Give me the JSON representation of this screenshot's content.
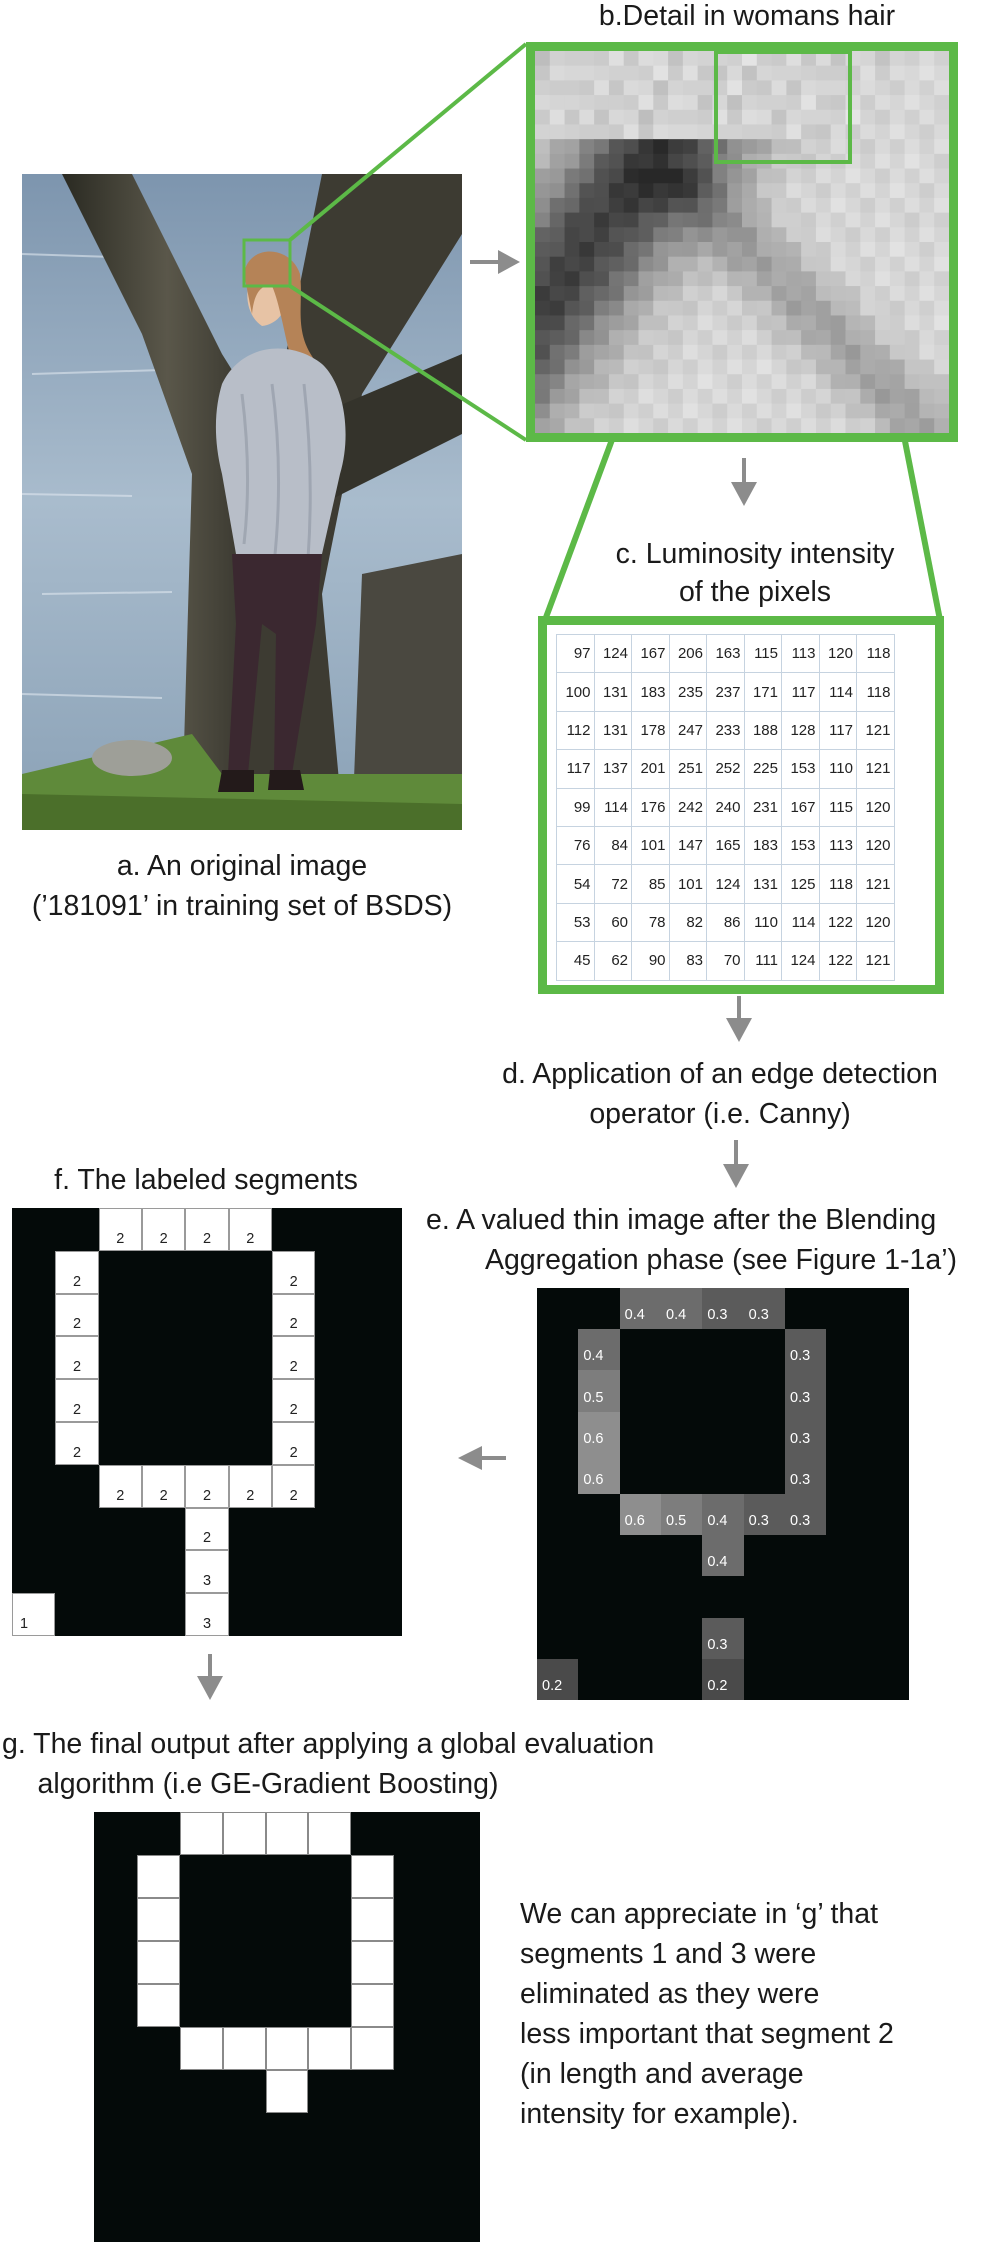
{
  "captions": {
    "a_line1": "a. An original image",
    "a_line2": "(’181091’ in training set of BSDS)",
    "b": "b.Detail in womans hair",
    "c_line1": "c. Luminosity intensity",
    "c_line2": "of the pixels",
    "d_line1": "d. Application of an edge detection",
    "d_line2": "operator (i.e. Canny)",
    "e_line1": "e. A valued thin image after the Blending",
    "e_line2": "Aggregation phase (see Figure 1-1a’)",
    "f": "f. The labeled segments",
    "g_line1": "g. The final output after applying a global evaluation",
    "g_line2": "algorithm (i.e GE-Gradient Boosting)"
  },
  "note": {
    "line1": "We can appreciate in ‘g’ that",
    "line2": "segments 1 and 3 were",
    "line3": "eliminated as they were",
    "line4": "less important that segment 2",
    "line5": "(in length and average",
    "line6": "intensity for example)."
  },
  "colors": {
    "green_frame": "#5cb947",
    "arrow_gray": "#8c8c8c",
    "grid_black": "#040a09"
  },
  "luminosity_matrix": [
    [
      97,
      124,
      167,
      206,
      163,
      115,
      113,
      120,
      118
    ],
    [
      100,
      131,
      183,
      235,
      237,
      171,
      117,
      114,
      118
    ],
    [
      112,
      131,
      178,
      247,
      233,
      188,
      128,
      117,
      121
    ],
    [
      117,
      137,
      201,
      251,
      252,
      225,
      153,
      110,
      121
    ],
    [
      99,
      114,
      176,
      242,
      240,
      231,
      167,
      115,
      120
    ],
    [
      76,
      84,
      101,
      147,
      165,
      183,
      153,
      113,
      120
    ],
    [
      54,
      72,
      85,
      101,
      124,
      131,
      125,
      118,
      121
    ],
    [
      53,
      60,
      78,
      82,
      86,
      110,
      114,
      122,
      120
    ],
    [
      45,
      62,
      90,
      83,
      70,
      111,
      124,
      122,
      121
    ]
  ],
  "labeled_segments": [
    {
      "row": 0,
      "col": 2,
      "label": "2"
    },
    {
      "row": 0,
      "col": 3,
      "label": "2"
    },
    {
      "row": 0,
      "col": 4,
      "label": "2"
    },
    {
      "row": 0,
      "col": 5,
      "label": "2"
    },
    {
      "row": 1,
      "col": 1,
      "label": "2"
    },
    {
      "row": 1,
      "col": 6,
      "label": "2"
    },
    {
      "row": 2,
      "col": 1,
      "label": "2"
    },
    {
      "row": 2,
      "col": 6,
      "label": "2"
    },
    {
      "row": 3,
      "col": 1,
      "label": "2"
    },
    {
      "row": 3,
      "col": 6,
      "label": "2"
    },
    {
      "row": 4,
      "col": 1,
      "label": "2"
    },
    {
      "row": 4,
      "col": 6,
      "label": "2"
    },
    {
      "row": 5,
      "col": 1,
      "label": "2"
    },
    {
      "row": 5,
      "col": 6,
      "label": "2"
    },
    {
      "row": 6,
      "col": 2,
      "label": "2"
    },
    {
      "row": 6,
      "col": 3,
      "label": "2"
    },
    {
      "row": 6,
      "col": 4,
      "label": "2"
    },
    {
      "row": 6,
      "col": 5,
      "label": "2"
    },
    {
      "row": 6,
      "col": 6,
      "label": "2"
    },
    {
      "row": 7,
      "col": 4,
      "label": "2"
    },
    {
      "row": 8,
      "col": 4,
      "label": "3"
    },
    {
      "row": 9,
      "col": 4,
      "label": "3"
    },
    {
      "row": 9,
      "col": 0,
      "label": "1"
    }
  ],
  "thin_image": [
    {
      "row": 0,
      "col": 2,
      "value": "0.4"
    },
    {
      "row": 0,
      "col": 3,
      "value": "0.4"
    },
    {
      "row": 0,
      "col": 4,
      "value": "0.3"
    },
    {
      "row": 0,
      "col": 5,
      "value": "0.3"
    },
    {
      "row": 1,
      "col": 1,
      "value": "0.4"
    },
    {
      "row": 1,
      "col": 6,
      "value": "0.3"
    },
    {
      "row": 2,
      "col": 1,
      "value": "0.5"
    },
    {
      "row": 2,
      "col": 6,
      "value": "0.3"
    },
    {
      "row": 3,
      "col": 1,
      "value": "0.6"
    },
    {
      "row": 3,
      "col": 6,
      "value": "0.3"
    },
    {
      "row": 4,
      "col": 1,
      "value": "0.6"
    },
    {
      "row": 4,
      "col": 6,
      "value": "0.3"
    },
    {
      "row": 5,
      "col": 2,
      "value": "0.6"
    },
    {
      "row": 5,
      "col": 3,
      "value": "0.5"
    },
    {
      "row": 5,
      "col": 4,
      "value": "0.4"
    },
    {
      "row": 5,
      "col": 5,
      "value": "0.3"
    },
    {
      "row": 5,
      "col": 6,
      "value": "0.3"
    },
    {
      "row": 6,
      "col": 4,
      "value": "0.4"
    },
    {
      "row": 8,
      "col": 4,
      "value": "0.3"
    },
    {
      "row": 9,
      "col": 4,
      "value": "0.2"
    },
    {
      "row": 9,
      "col": 0,
      "value": "0.2"
    }
  ],
  "final_output": [
    {
      "row": 0,
      "col": 2
    },
    {
      "row": 0,
      "col": 3
    },
    {
      "row": 0,
      "col": 4
    },
    {
      "row": 0,
      "col": 5
    },
    {
      "row": 1,
      "col": 1
    },
    {
      "row": 1,
      "col": 6
    },
    {
      "row": 2,
      "col": 1
    },
    {
      "row": 2,
      "col": 6
    },
    {
      "row": 3,
      "col": 1
    },
    {
      "row": 3,
      "col": 6
    },
    {
      "row": 4,
      "col": 1
    },
    {
      "row": 4,
      "col": 6
    },
    {
      "row": 5,
      "col": 2
    },
    {
      "row": 5,
      "col": 3
    },
    {
      "row": 5,
      "col": 4
    },
    {
      "row": 5,
      "col": 5
    },
    {
      "row": 5,
      "col": 6
    },
    {
      "row": 6,
      "col": 4
    }
  ]
}
